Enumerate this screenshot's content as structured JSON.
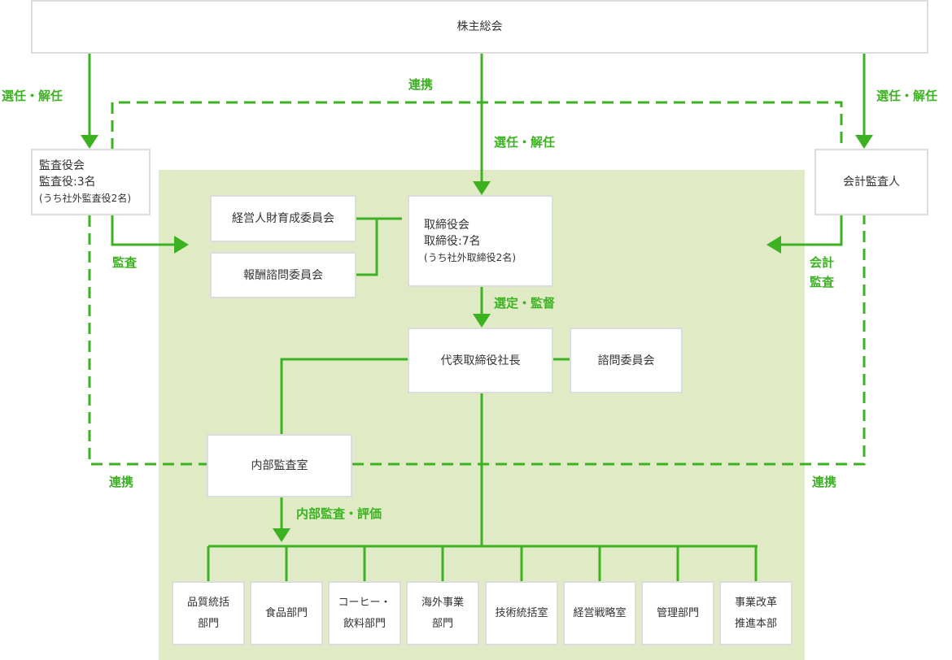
{
  "colors": {
    "accent": "#3cb222",
    "area": "#e0ebc6",
    "box_border": "#dcdcdc",
    "text": "#333333"
  },
  "boxes": {
    "shareholders": "株主総会",
    "auditors": {
      "title": "監査役会",
      "count": "監査役:3名",
      "note": "(うち社外監査役2名)"
    },
    "accounting_auditor": "会計監査人",
    "nomination_committee": "経営人財育成委員会",
    "remuneration_committee": "報酬諮問委員会",
    "board": {
      "title": "取締役会",
      "count": "取締役:7名",
      "note": "(うち社外取締役2名)"
    },
    "president": "代表取締役社長",
    "advisory_committee": "諮問委員会",
    "internal_audit": "内部監査室"
  },
  "departments": [
    [
      "品質統括",
      "部門"
    ],
    [
      "食品部門"
    ],
    [
      "コーヒー・",
      "飲料部門"
    ],
    [
      "海外事業",
      "部門"
    ],
    [
      "技術統括室"
    ],
    [
      "経営戦略室"
    ],
    [
      "管理部門"
    ],
    [
      "事業改革",
      "推進本部"
    ]
  ],
  "labels": {
    "elect_left": "選任・解任",
    "elect_right": "選任・解任",
    "elect_center": "選任・解任",
    "coop_top": "連携",
    "audit": "監査",
    "accounting_audit": [
      "会計",
      "監査"
    ],
    "select_supervise": "選定・監督",
    "coop_left": "連携",
    "coop_right": "連携",
    "internal_audit_eval": "内部監査・評価"
  }
}
